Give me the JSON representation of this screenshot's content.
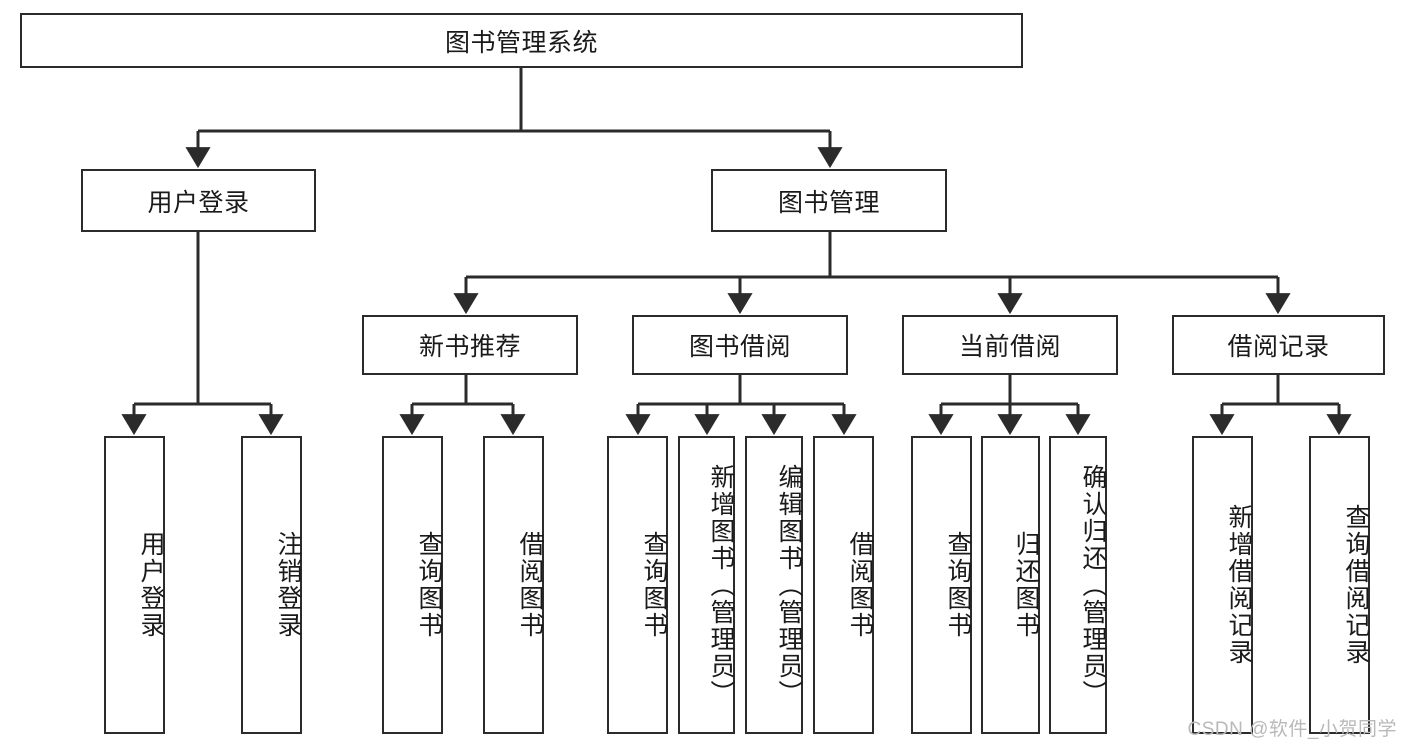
{
  "diagram": {
    "type": "tree-hierarchy-chart",
    "title": "图书管理系统",
    "watermark": "CSDN @软件_小贺同学",
    "colors": {
      "stroke": "#2b2b2b",
      "fill": "#ffffff",
      "text": "#1a1a1a",
      "watermark": "#b9b9b9"
    },
    "levels": [
      {
        "level": 1,
        "nodes": [
          {
            "id": "root",
            "label": "图书管理系统",
            "orientation": "horizontal"
          }
        ]
      },
      {
        "level": 2,
        "nodes": [
          {
            "id": "login",
            "label": "用户登录",
            "orientation": "horizontal",
            "parent": "root"
          },
          {
            "id": "bookmgmt",
            "label": "图书管理",
            "orientation": "horizontal",
            "parent": "root"
          }
        ]
      },
      {
        "level": 3,
        "nodes": [
          {
            "id": "newbook",
            "label": "新书推荐",
            "orientation": "horizontal",
            "parent": "bookmgmt"
          },
          {
            "id": "borrow",
            "label": "图书借阅",
            "orientation": "horizontal",
            "parent": "bookmgmt"
          },
          {
            "id": "current",
            "label": "当前借阅",
            "orientation": "horizontal",
            "parent": "bookmgmt"
          },
          {
            "id": "records",
            "label": "借阅记录",
            "orientation": "horizontal",
            "parent": "bookmgmt"
          }
        ]
      },
      {
        "level": 4,
        "nodes": [
          {
            "id": "leaf1",
            "label": "用户登录",
            "orientation": "vertical",
            "parent": "login"
          },
          {
            "id": "leaf2",
            "label": "注销登录",
            "orientation": "vertical",
            "parent": "login"
          },
          {
            "id": "leaf3",
            "label": "查询图书",
            "orientation": "vertical",
            "parent": "newbook"
          },
          {
            "id": "leaf4",
            "label": "借阅图书",
            "orientation": "vertical",
            "parent": "newbook"
          },
          {
            "id": "leaf5",
            "label": "查询图书",
            "orientation": "vertical",
            "parent": "borrow"
          },
          {
            "id": "leaf6",
            "label": "新增图书（管理员）",
            "orientation": "vertical",
            "parent": "borrow"
          },
          {
            "id": "leaf7",
            "label": "编辑图书（管理员）",
            "orientation": "vertical",
            "parent": "borrow"
          },
          {
            "id": "leaf8",
            "label": "借阅图书",
            "orientation": "vertical",
            "parent": "borrow"
          },
          {
            "id": "leaf9",
            "label": "查询图书",
            "orientation": "vertical",
            "parent": "current"
          },
          {
            "id": "leaf10",
            "label": "归还图书",
            "orientation": "vertical",
            "parent": "current"
          },
          {
            "id": "leaf11",
            "label": "确认归还（管理员）",
            "orientation": "vertical",
            "parent": "current"
          },
          {
            "id": "leaf12",
            "label": "新增借阅记录",
            "orientation": "vertical",
            "parent": "records"
          },
          {
            "id": "leaf13",
            "label": "查询借阅记录",
            "orientation": "vertical",
            "parent": "records"
          }
        ]
      }
    ]
  }
}
